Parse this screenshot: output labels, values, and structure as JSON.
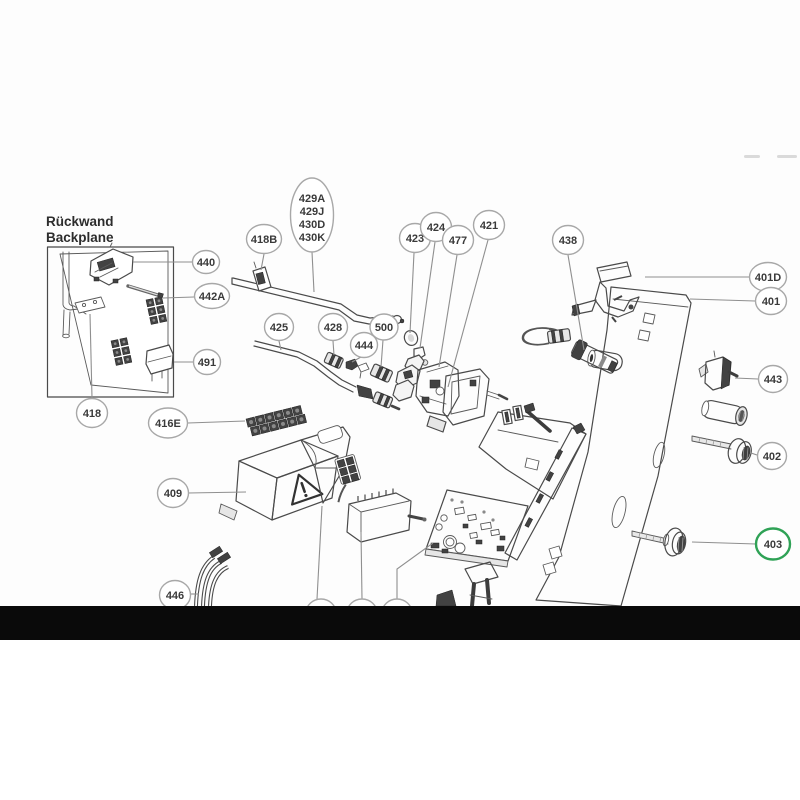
{
  "diagram": {
    "kind": "exploded-spare-parts-diagram",
    "inset_label": {
      "line1": "Rückwand",
      "line2": "Backplane"
    },
    "highlighted_part": "403",
    "colors": {
      "line": "#4a4a4a",
      "callout_ring": "#a8a8a8",
      "highlight_ring": "#2fa256",
      "text": "#3a3a3a",
      "black_bar": "#0a0a0a"
    }
  },
  "callouts": {
    "440": "440",
    "442A": "442A",
    "491": "491",
    "418": "418",
    "416E": "416E",
    "418B": "418B",
    "425": "425",
    "428": "428",
    "444": "444",
    "500": "500",
    "423": "423",
    "424": "424",
    "477": "477",
    "421": "421",
    "438": "438",
    "401D": "401D",
    "401": "401",
    "443": "443",
    "402": "402",
    "403": "403",
    "409": "409",
    "446": "446"
  },
  "pipe_group": {
    "line1": "429A",
    "line2": "429J",
    "line3": "430D",
    "line4": "430K"
  }
}
